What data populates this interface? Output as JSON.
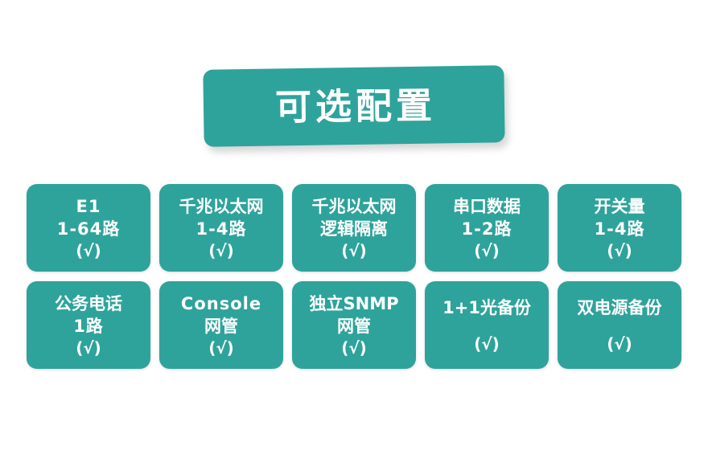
{
  "banner": {
    "title": "可选配置",
    "bg_color": "#2ea39b",
    "text_color": "#ffffff"
  },
  "theme": {
    "accent": "#2ea39b",
    "page_background": "#ffffff",
    "card_text": "#ffffff"
  },
  "grid": {
    "columns": 5,
    "rows": [
      {
        "cards": [
          {
            "line1": "E1",
            "line2": "1-64路",
            "mark": "(√)"
          },
          {
            "line1": "千兆以太网",
            "line2": "1-4路",
            "mark": "(√)"
          },
          {
            "line1": "千兆以太网",
            "line2": "逻辑隔离",
            "mark": "(√)"
          },
          {
            "line1": "串口数据",
            "line2": "1-2路",
            "mark": "(√)"
          },
          {
            "line1": "开关量",
            "line2": "1-4路",
            "mark": "(√)"
          }
        ]
      },
      {
        "cards": [
          {
            "line1": "公务电话",
            "line2": "1路",
            "mark": "(√)"
          },
          {
            "line1": "Console",
            "line2": "网管",
            "mark": "(√)"
          },
          {
            "line1": "独立SNMP",
            "line2": "网管",
            "mark": "(√)"
          },
          {
            "line1": "1+1光备份",
            "line2": "",
            "mark": "(√)"
          },
          {
            "line1": "双电源备份",
            "line2": "",
            "mark": "(√)"
          }
        ]
      }
    ]
  }
}
